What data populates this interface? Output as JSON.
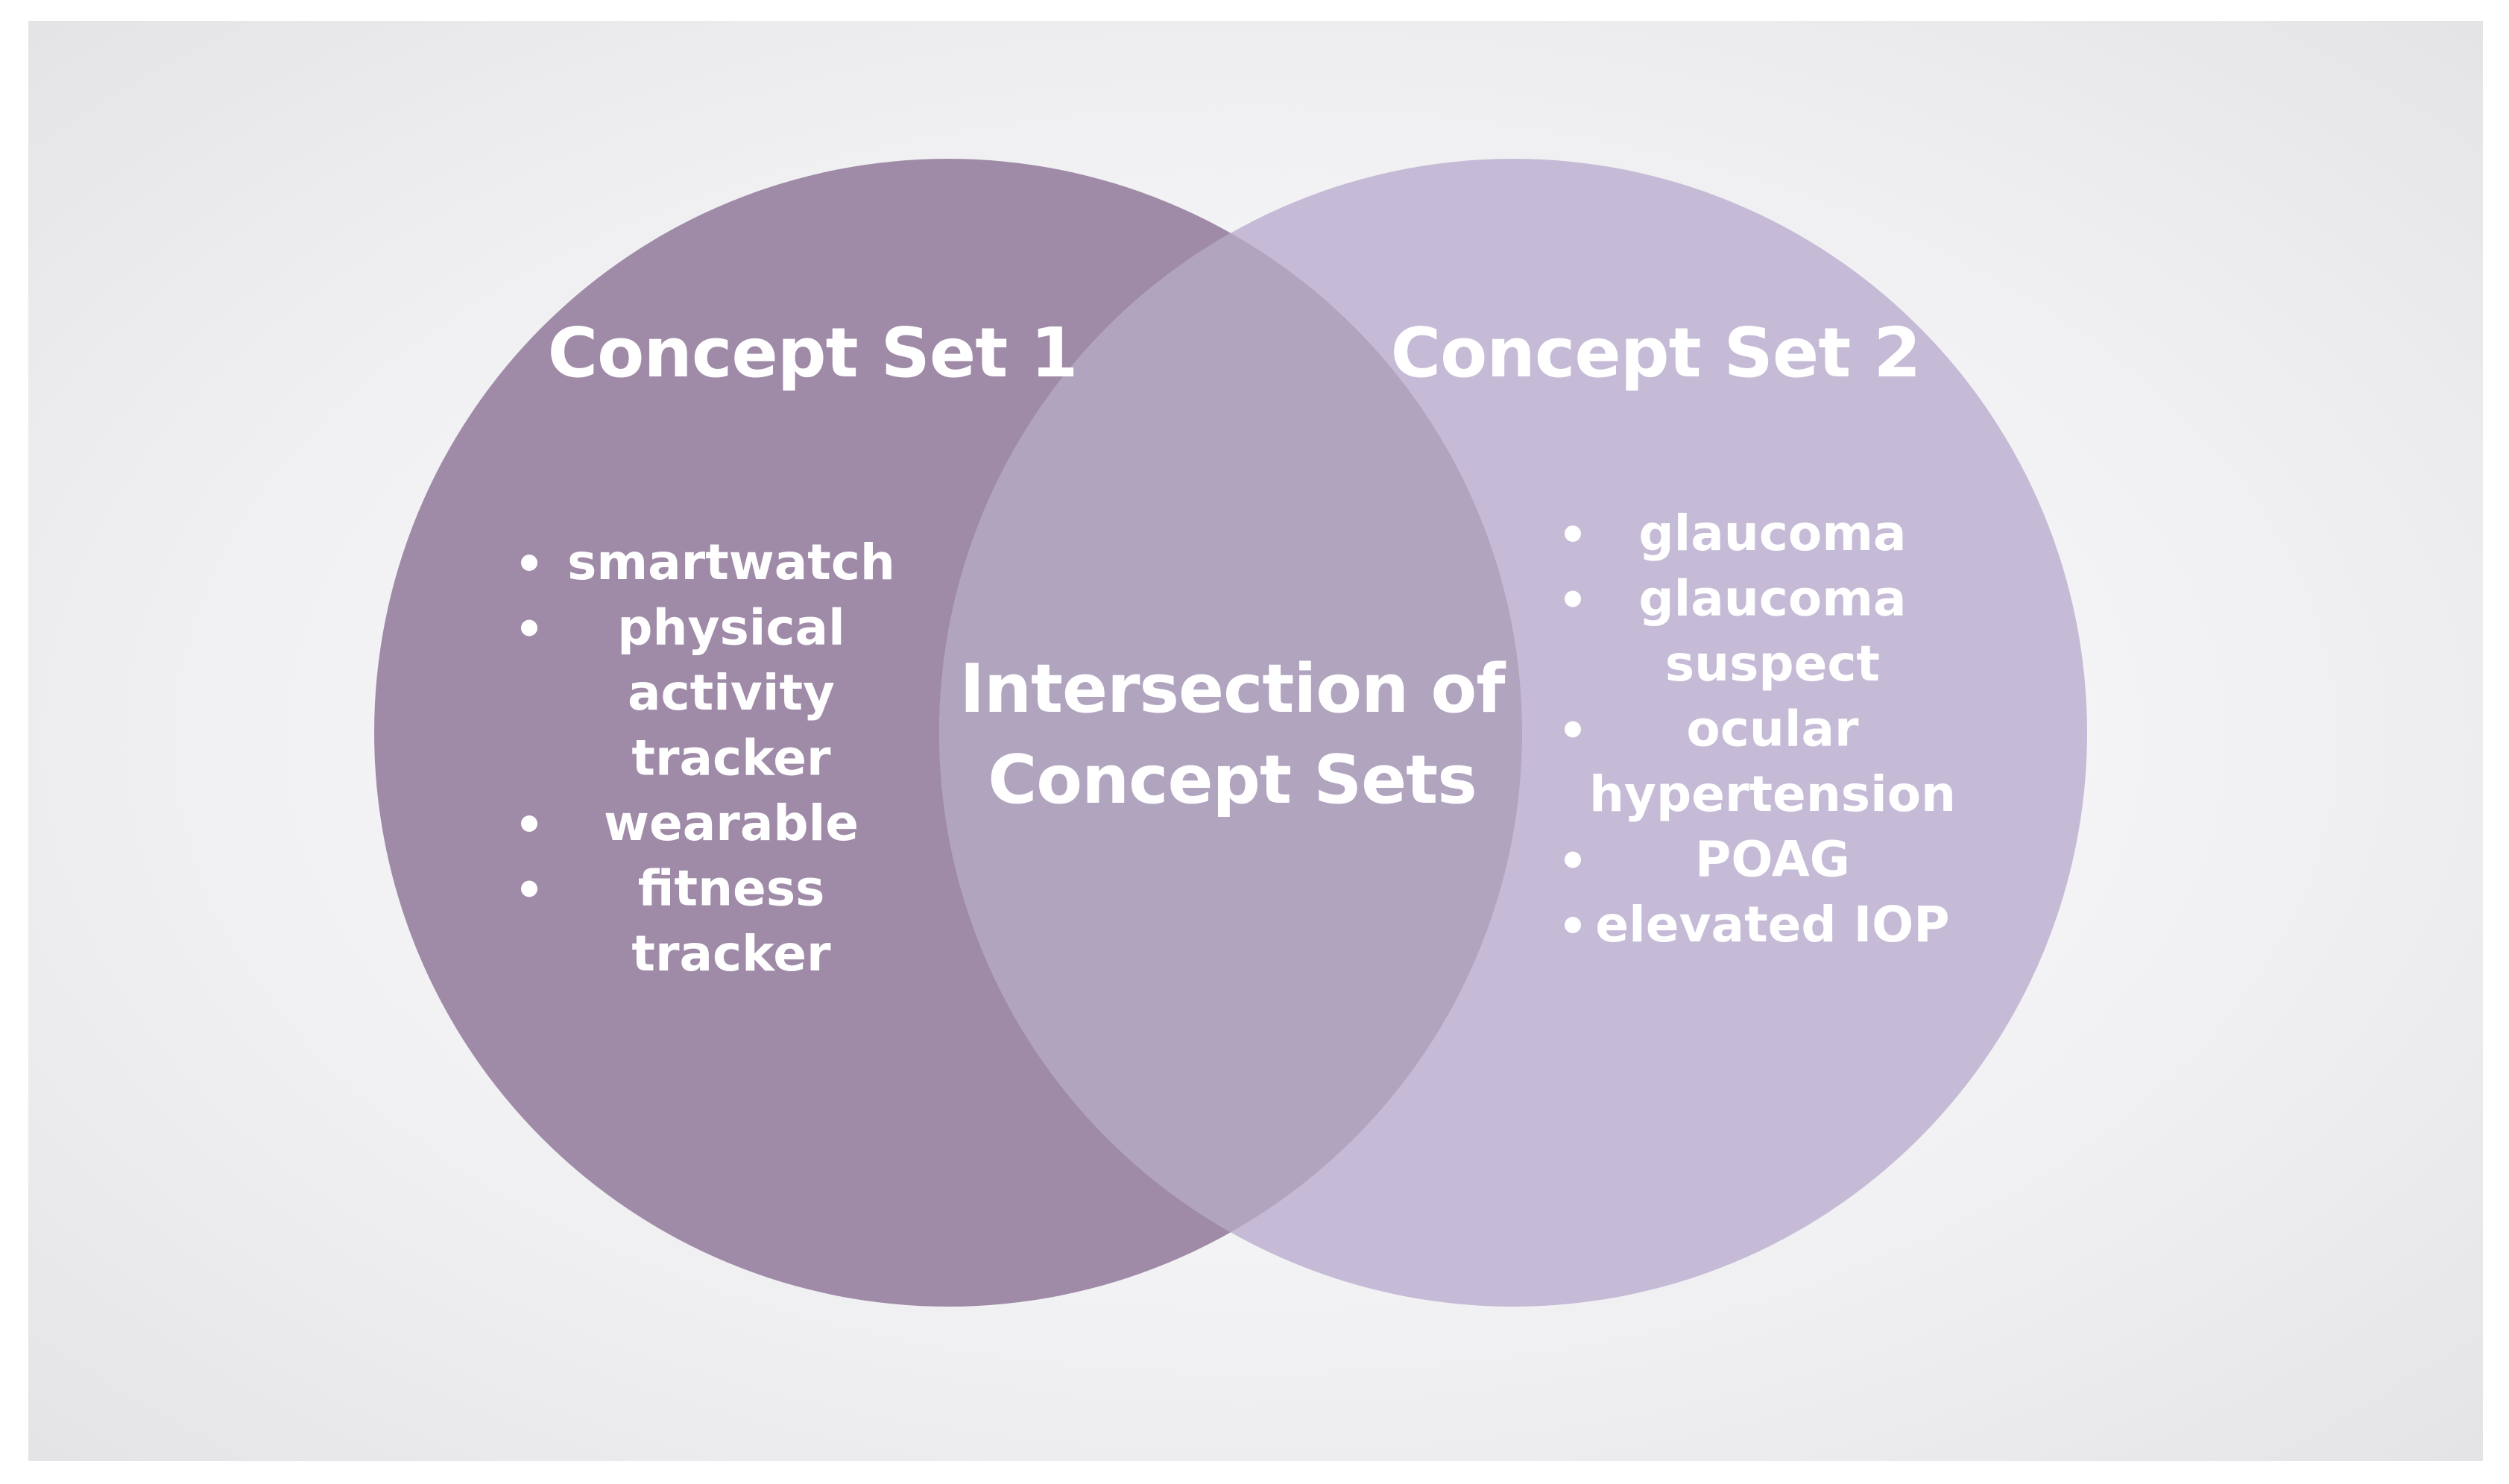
{
  "diagram": {
    "type": "venn",
    "colors": {
      "set1": "#9f8ba8",
      "set2": "#c5bbd6",
      "intersection": "#b1a4bf",
      "text": "#ffffff"
    },
    "set1": {
      "title": "Concept Set 1",
      "items": [
        [
          "smartwatch"
        ],
        [
          "physical",
          "activity",
          "tracker"
        ],
        [
          "wearable"
        ],
        [
          "fitness",
          "tracker"
        ]
      ]
    },
    "set2": {
      "title": "Concept Set 2",
      "items": [
        [
          "glaucoma"
        ],
        [
          "glaucoma",
          "suspect"
        ],
        [
          "ocular",
          "hypertension"
        ],
        [
          "POAG"
        ],
        [
          "elevated IOP"
        ]
      ]
    },
    "intersection": {
      "label_lines": [
        "Intersection of",
        "Concept Sets"
      ]
    }
  }
}
